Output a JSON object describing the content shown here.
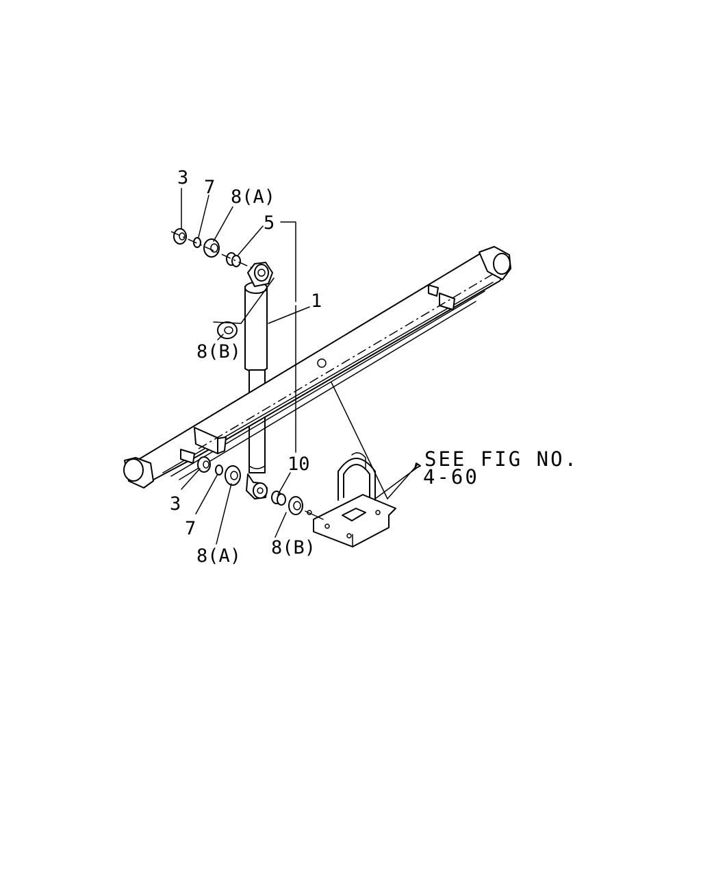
{
  "callouts": {
    "top_nut": "3",
    "top_washer": "7",
    "top_bush_a": "8(A)",
    "top_collar": "5",
    "shock_absorber": "1",
    "top_bush_b": "8(B)",
    "bottom_nut": "3",
    "bottom_washer": "7",
    "bottom_bush_a": "8(A)",
    "bottom_collar": "10",
    "bottom_bush_b": "8(B)"
  },
  "reference": {
    "line1": "SEE FIG NO.",
    "line2": "4-60"
  }
}
